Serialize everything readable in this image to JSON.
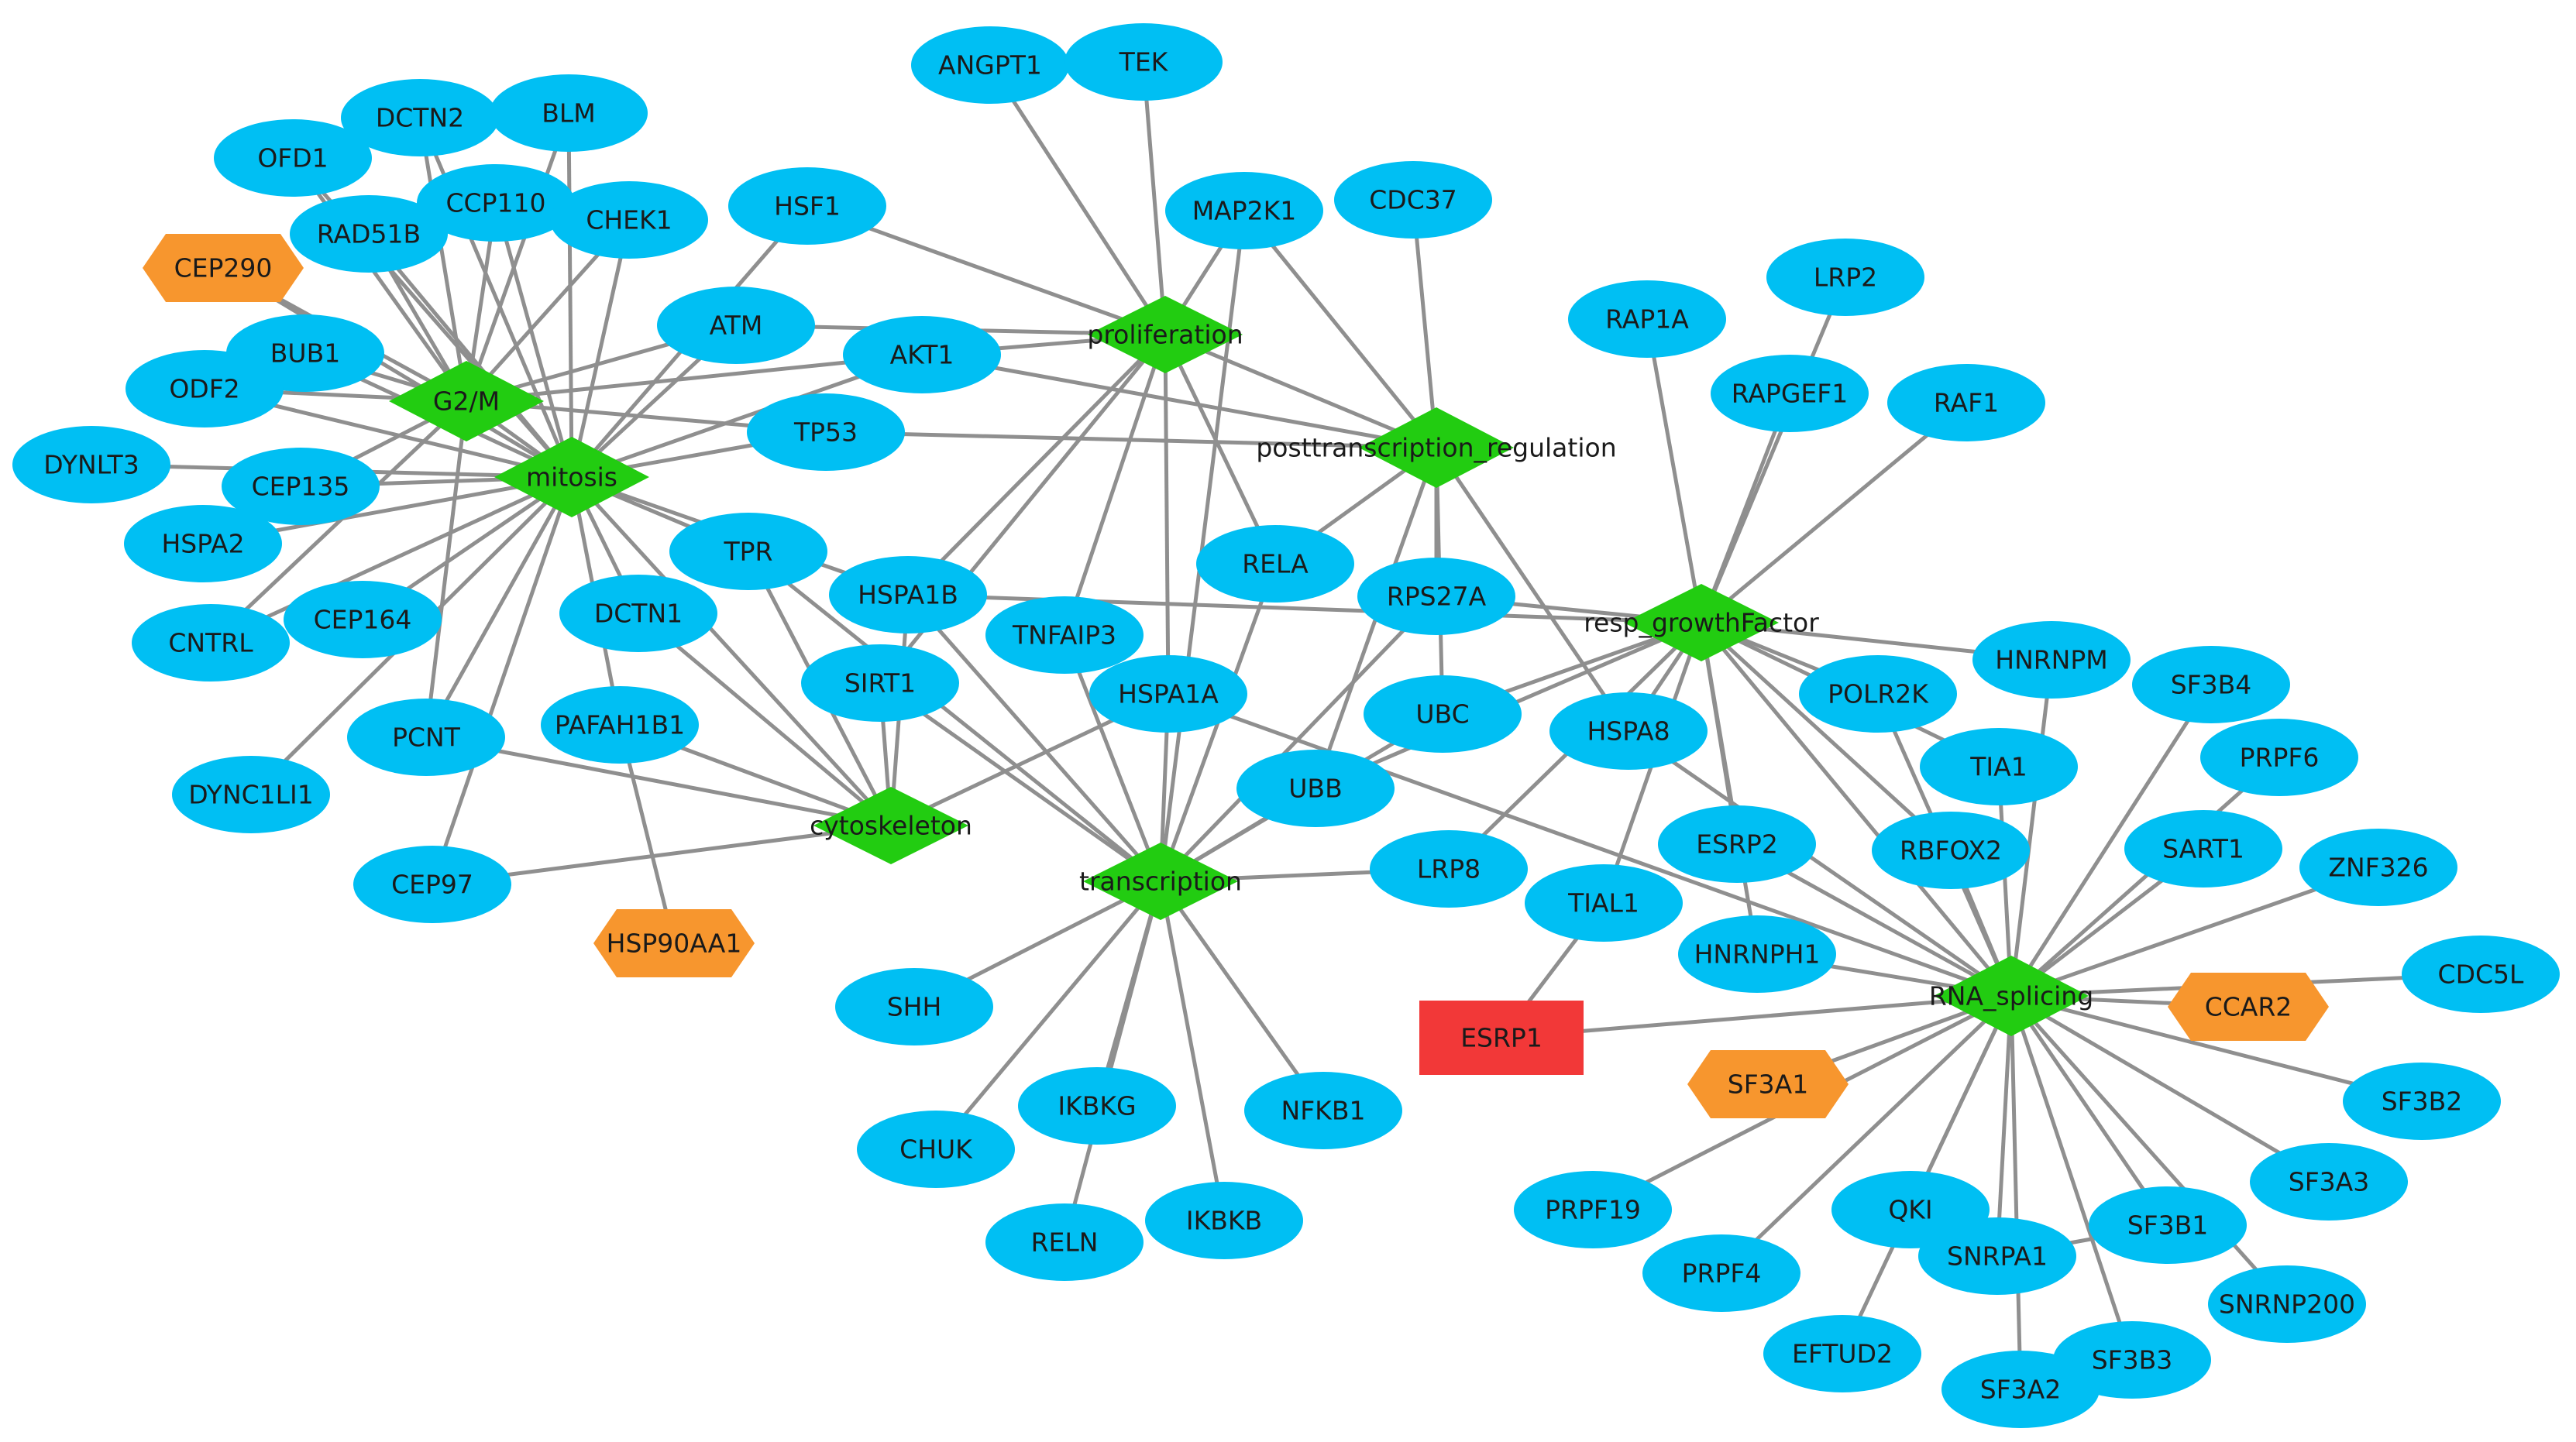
{
  "colors": {
    "gene": "#00BFF3",
    "hub": "#22CC11",
    "hex": "#F7962E",
    "target": "#F23838",
    "edge": "#8f8f8f"
  },
  "nodes": [
    {
      "id": "G2/M",
      "type": "hub"
    },
    {
      "id": "mitosis",
      "type": "hub"
    },
    {
      "id": "proliferation",
      "type": "hub"
    },
    {
      "id": "posttranscription_regulation",
      "type": "hub"
    },
    {
      "id": "resp_growthFactor",
      "type": "hub"
    },
    {
      "id": "cytoskeleton",
      "type": "hub"
    },
    {
      "id": "transcription",
      "type": "hub"
    },
    {
      "id": "RNA_splicing",
      "type": "hub"
    },
    {
      "id": "CEP290",
      "type": "hex"
    },
    {
      "id": "HSP90AA1",
      "type": "hex"
    },
    {
      "id": "SF3A1",
      "type": "hex"
    },
    {
      "id": "CCAR2",
      "type": "hex"
    },
    {
      "id": "ESRP1",
      "type": "target"
    },
    {
      "id": "ANGPT1",
      "type": "gene"
    },
    {
      "id": "TEK",
      "type": "gene"
    },
    {
      "id": "DCTN2",
      "type": "gene"
    },
    {
      "id": "BLM",
      "type": "gene"
    },
    {
      "id": "OFD1",
      "type": "gene"
    },
    {
      "id": "CCP110",
      "type": "gene"
    },
    {
      "id": "RAD51B",
      "type": "gene"
    },
    {
      "id": "CHEK1",
      "type": "gene"
    },
    {
      "id": "HSF1",
      "type": "gene"
    },
    {
      "id": "MAP2K1",
      "type": "gene"
    },
    {
      "id": "CDC37",
      "type": "gene"
    },
    {
      "id": "LRP2",
      "type": "gene"
    },
    {
      "id": "RAP1A",
      "type": "gene"
    },
    {
      "id": "ATM",
      "type": "gene"
    },
    {
      "id": "AKT1",
      "type": "gene"
    },
    {
      "id": "BUB1",
      "type": "gene"
    },
    {
      "id": "ODF2",
      "type": "gene"
    },
    {
      "id": "RAPGEF1",
      "type": "gene"
    },
    {
      "id": "RAF1",
      "type": "gene"
    },
    {
      "id": "TP53",
      "type": "gene"
    },
    {
      "id": "DYNLT3",
      "type": "gene"
    },
    {
      "id": "CEP135",
      "type": "gene"
    },
    {
      "id": "HSPA2",
      "type": "gene"
    },
    {
      "id": "TPR",
      "type": "gene"
    },
    {
      "id": "RELA",
      "type": "gene"
    },
    {
      "id": "HSPA1B",
      "type": "gene"
    },
    {
      "id": "RPS27A",
      "type": "gene"
    },
    {
      "id": "TNFAIP3",
      "type": "gene"
    },
    {
      "id": "CNTRL",
      "type": "gene"
    },
    {
      "id": "CEP164",
      "type": "gene"
    },
    {
      "id": "DCTN1",
      "type": "gene"
    },
    {
      "id": "HNRNPM",
      "type": "gene"
    },
    {
      "id": "SF3B4",
      "type": "gene"
    },
    {
      "id": "SIRT1",
      "type": "gene"
    },
    {
      "id": "POLR2K",
      "type": "gene"
    },
    {
      "id": "HSPA1A",
      "type": "gene"
    },
    {
      "id": "UBC",
      "type": "gene"
    },
    {
      "id": "HSPA8",
      "type": "gene"
    },
    {
      "id": "PAFAH1B1",
      "type": "gene"
    },
    {
      "id": "PCNT",
      "type": "gene"
    },
    {
      "id": "TIA1",
      "type": "gene"
    },
    {
      "id": "PRPF6",
      "type": "gene"
    },
    {
      "id": "DYNC1LI1",
      "type": "gene"
    },
    {
      "id": "UBB",
      "type": "gene"
    },
    {
      "id": "ESRP2",
      "type": "gene"
    },
    {
      "id": "RBFOX2",
      "type": "gene"
    },
    {
      "id": "SART1",
      "type": "gene"
    },
    {
      "id": "ZNF326",
      "type": "gene"
    },
    {
      "id": "LRP8",
      "type": "gene"
    },
    {
      "id": "CEP97",
      "type": "gene"
    },
    {
      "id": "TIAL1",
      "type": "gene"
    },
    {
      "id": "HNRNPH1",
      "type": "gene"
    },
    {
      "id": "CDC5L",
      "type": "gene"
    },
    {
      "id": "SHH",
      "type": "gene"
    },
    {
      "id": "IKBKG",
      "type": "gene"
    },
    {
      "id": "NFKB1",
      "type": "gene"
    },
    {
      "id": "SF3B2",
      "type": "gene"
    },
    {
      "id": "CHUK",
      "type": "gene"
    },
    {
      "id": "SF3A3",
      "type": "gene"
    },
    {
      "id": "PRPF19",
      "type": "gene"
    },
    {
      "id": "IKBKB",
      "type": "gene"
    },
    {
      "id": "QKI",
      "type": "gene"
    },
    {
      "id": "SF3B1",
      "type": "gene"
    },
    {
      "id": "RELN",
      "type": "gene"
    },
    {
      "id": "SNRPA1",
      "type": "gene"
    },
    {
      "id": "PRPF4",
      "type": "gene"
    },
    {
      "id": "SNRNP200",
      "type": "gene"
    },
    {
      "id": "EFTUD2",
      "type": "gene"
    },
    {
      "id": "SF3B3",
      "type": "gene"
    },
    {
      "id": "SF3A2",
      "type": "gene"
    }
  ],
  "edges": [
    [
      "ANGPT1",
      "proliferation"
    ],
    [
      "TEK",
      "proliferation"
    ],
    [
      "MAP2K1",
      "proliferation"
    ],
    [
      "HSF1",
      "proliferation"
    ],
    [
      "MAP2K1",
      "transcription"
    ],
    [
      "MAP2K1",
      "posttranscription_regulation"
    ],
    [
      "CDC37",
      "posttranscription_regulation"
    ],
    [
      "ATM",
      "proliferation"
    ],
    [
      "AKT1",
      "proliferation"
    ],
    [
      "TP53",
      "posttranscription_regulation"
    ],
    [
      "proliferation",
      "posttranscription_regulation"
    ],
    [
      "G2/M",
      "AKT1"
    ],
    [
      "G2/M",
      "ATM"
    ],
    [
      "proliferation",
      "HSPA1B"
    ],
    [
      "proliferation",
      "SIRT1"
    ],
    [
      "proliferation",
      "HSPA1A"
    ],
    [
      "proliferation",
      "RELA"
    ],
    [
      "proliferation",
      "TNFAIP3"
    ],
    [
      "posttranscription_regulation",
      "RELA"
    ],
    [
      "posttranscription_regulation",
      "RPS27A"
    ],
    [
      "posttranscription_regulation",
      "UBC"
    ],
    [
      "posttranscription_regulation",
      "UBB"
    ],
    [
      "posttranscription_regulation",
      "HSPA8"
    ],
    [
      "DCTN2",
      "G2/M"
    ],
    [
      "BLM",
      "G2/M"
    ],
    [
      "OFD1",
      "G2/M"
    ],
    [
      "CCP110",
      "G2/M"
    ],
    [
      "RAD51B",
      "G2/M"
    ],
    [
      "CHEK1",
      "G2/M"
    ],
    [
      "CEP290",
      "G2/M"
    ],
    [
      "BUB1",
      "G2/M"
    ],
    [
      "ODF2",
      "G2/M"
    ],
    [
      "DCTN2",
      "mitosis"
    ],
    [
      "BLM",
      "mitosis"
    ],
    [
      "OFD1",
      "mitosis"
    ],
    [
      "CCP110",
      "mitosis"
    ],
    [
      "RAD51B",
      "mitosis"
    ],
    [
      "CHEK1",
      "mitosis"
    ],
    [
      "CEP290",
      "mitosis"
    ],
    [
      "BUB1",
      "mitosis"
    ],
    [
      "ODF2",
      "mitosis"
    ],
    [
      "DYNLT3",
      "mitosis"
    ],
    [
      "CEP135",
      "mitosis"
    ],
    [
      "HSPA2",
      "mitosis"
    ],
    [
      "CNTRL",
      "mitosis"
    ],
    [
      "CEP164",
      "mitosis"
    ],
    [
      "DYNC1LI1",
      "mitosis"
    ],
    [
      "PCNT",
      "mitosis"
    ],
    [
      "CEP97",
      "mitosis"
    ],
    [
      "DCTN1",
      "mitosis"
    ],
    [
      "PAFAH1B1",
      "mitosis"
    ],
    [
      "TPR",
      "mitosis"
    ],
    [
      "HSPA1B",
      "mitosis"
    ],
    [
      "ATM",
      "mitosis"
    ],
    [
      "HSF1",
      "mitosis"
    ],
    [
      "TP53",
      "mitosis"
    ],
    [
      "AKT1",
      "mitosis"
    ],
    [
      "G2/M",
      "mitosis"
    ],
    [
      "CEP135",
      "G2/M"
    ],
    [
      "CNTRL",
      "G2/M"
    ],
    [
      "PCNT",
      "G2/M"
    ],
    [
      "TP53",
      "G2/M"
    ],
    [
      "AKT1",
      "posttranscription_regulation"
    ],
    [
      "mitosis",
      "cytoskeleton"
    ],
    [
      "TPR",
      "cytoskeleton"
    ],
    [
      "DCTN1",
      "cytoskeleton"
    ],
    [
      "PAFAH1B1",
      "cytoskeleton"
    ],
    [
      "PCNT",
      "cytoskeleton"
    ],
    [
      "CEP97",
      "cytoskeleton"
    ],
    [
      "SIRT1",
      "cytoskeleton"
    ],
    [
      "HSPA1A",
      "cytoskeleton"
    ],
    [
      "HSPA1B",
      "cytoskeleton"
    ],
    [
      "PAFAH1B1",
      "HSP90AA1"
    ],
    [
      "transcription",
      "HSPA1B"
    ],
    [
      "transcription",
      "SIRT1"
    ],
    [
      "transcription",
      "HSPA1A"
    ],
    [
      "transcription",
      "TNFAIP3"
    ],
    [
      "transcription",
      "RELA"
    ],
    [
      "transcription",
      "UBB"
    ],
    [
      "transcription",
      "UBC"
    ],
    [
      "transcription",
      "LRP8"
    ],
    [
      "transcription",
      "RPS27A"
    ],
    [
      "transcription",
      "TPR"
    ],
    [
      "transcription",
      "SHH"
    ],
    [
      "transcription",
      "CHUK"
    ],
    [
      "transcription",
      "IKBKG"
    ],
    [
      "transcription",
      "NFKB1"
    ],
    [
      "transcription",
      "IKBKB"
    ],
    [
      "transcription",
      "RELN"
    ],
    [
      "resp_growthFactor",
      "RAP1A"
    ],
    [
      "resp_growthFactor",
      "RAPGEF1"
    ],
    [
      "resp_growthFactor",
      "RAF1"
    ],
    [
      "resp_growthFactor",
      "LRP2"
    ],
    [
      "resp_growthFactor",
      "RPS27A"
    ],
    [
      "resp_growthFactor",
      "UBC"
    ],
    [
      "resp_growthFactor",
      "UBB"
    ],
    [
      "resp_growthFactor",
      "HSPA8"
    ],
    [
      "resp_growthFactor",
      "HSPA1B"
    ],
    [
      "resp_growthFactor",
      "HNRNPM"
    ],
    [
      "resp_growthFactor",
      "POLR2K"
    ],
    [
      "resp_growthFactor",
      "TIA1"
    ],
    [
      "resp_growthFactor",
      "ESRP2"
    ],
    [
      "resp_growthFactor",
      "RBFOX2"
    ],
    [
      "resp_growthFactor",
      "HNRNPH1"
    ],
    [
      "resp_growthFactor",
      "TIAL1"
    ],
    [
      "resp_growthFactor",
      "RNA_splicing"
    ],
    [
      "resp_growthFactor",
      "LRP8"
    ],
    [
      "RNA_splicing",
      "HNRNPM"
    ],
    [
      "RNA_splicing",
      "SF3B4"
    ],
    [
      "RNA_splicing",
      "POLR2K"
    ],
    [
      "RNA_splicing",
      "TIA1"
    ],
    [
      "RNA_splicing",
      "PRPF6"
    ],
    [
      "RNA_splicing",
      "SART1"
    ],
    [
      "RNA_splicing",
      "ZNF326"
    ],
    [
      "RNA_splicing",
      "ESRP2"
    ],
    [
      "RNA_splicing",
      "RBFOX2"
    ],
    [
      "RNA_splicing",
      "HNRNPH1"
    ],
    [
      "RNA_splicing",
      "CCAR2"
    ],
    [
      "RNA_splicing",
      "CDC5L"
    ],
    [
      "RNA_splicing",
      "SF3B2"
    ],
    [
      "RNA_splicing",
      "SF3A3"
    ],
    [
      "RNA_splicing",
      "SF3B1"
    ],
    [
      "RNA_splicing",
      "SNRNP200"
    ],
    [
      "RNA_splicing",
      "SF3B3"
    ],
    [
      "RNA_splicing",
      "SF3A2"
    ],
    [
      "RNA_splicing",
      "SNRPA1"
    ],
    [
      "RNA_splicing",
      "EFTUD2"
    ],
    [
      "RNA_splicing",
      "QKI"
    ],
    [
      "RNA_splicing",
      "PRPF4"
    ],
    [
      "RNA_splicing",
      "PRPF19"
    ],
    [
      "RNA_splicing",
      "SF3A1"
    ],
    [
      "RNA_splicing",
      "ESRP1"
    ],
    [
      "RNA_splicing",
      "HSPA1A"
    ],
    [
      "RNA_splicing",
      "HSPA8"
    ],
    [
      "ESRP1",
      "TIAL1"
    ],
    [
      "SNRPA1",
      "SF3B1"
    ]
  ]
}
